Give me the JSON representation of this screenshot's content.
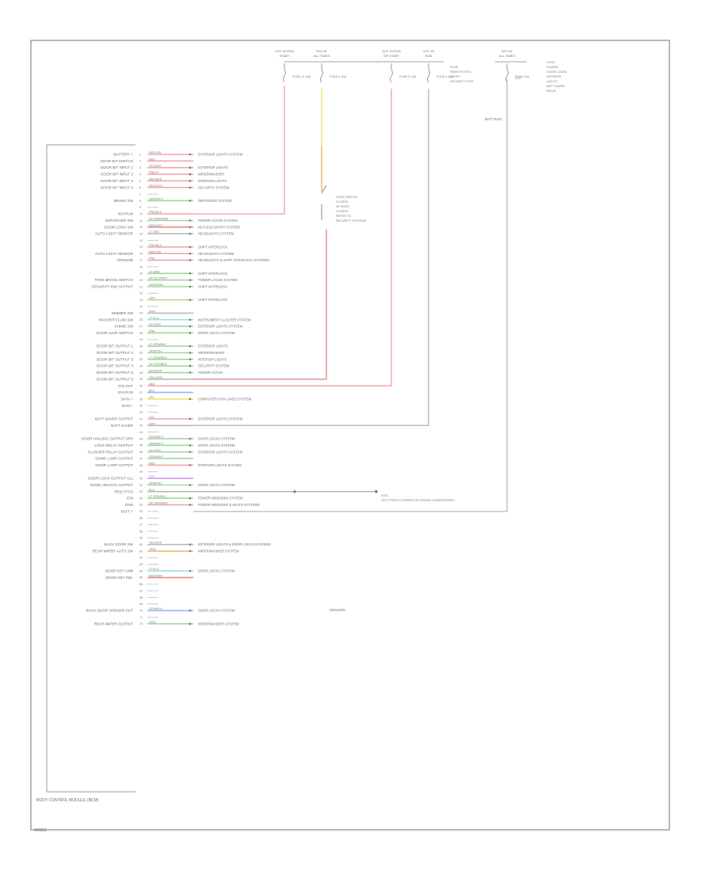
{
  "colors": {
    "frame": "#8a8a8a",
    "pink": "#f2a6a6",
    "red": "#e98a8a",
    "green": "#9fd99a",
    "yellow": "#f0e070",
    "orange": "#f2b15e",
    "blue": "#9fb6f0",
    "violet": "#d19af0",
    "gray": "#b8b8b8",
    "tan": "#d9c79b",
    "cyan": "#9fdcec"
  },
  "module_label": "BODY CONTROL MODULE (BCM)",
  "footer_code": "W0356",
  "top_sources": [
    {
      "title": "HOT IN RUN",
      "sub": "START",
      "fuse": "FUSE 12 10A"
    },
    {
      "title": "HOT AT",
      "sub": "ALL TIMES",
      "fuse": "FUSE 2 15A"
    },
    {
      "title": "HOT IN RUN",
      "sub": "OR START",
      "fuse": "FUSE 5 10A"
    },
    {
      "title": "HOT IN",
      "sub": "RUN",
      "fuse": "FUSE 6 10A"
    },
    {
      "title": "HOT AT",
      "sub": "ALL TIMES",
      "fuse": "FUSE 20A"
    }
  ],
  "top_notes": {
    "bcm_feed": "FUSE REMOTE KEYLESS ENTRY SECURITY SYSTEM",
    "right_block": "FUSE POWER DOOR LOCKS SECURITY SYSTEM INTERIOR LIGHTS BATT SAVER RELAY",
    "hood_switch": "HOOD SWITCH CLOSED W/ HOOD CLOSED",
    "batt_label": "BATT ELEC"
  },
  "pin_rows": [
    {
      "label": "BATTERY +",
      "wire": "RED/YEL",
      "dest": "EXTERIOR LIGHTS SYSTEM",
      "color": "pink"
    },
    {
      "label": "DOOR BIT SWITCH",
      "wire": "RED",
      "dest": "",
      "color": "pink"
    },
    {
      "label": "DOOR BIT INPUT 1",
      "wire": "YEL/BLK",
      "dest": "EXTERIOR LIGHTS",
      "color": "pink"
    },
    {
      "label": "DOOR BIT INPUT 2",
      "wire": "PNK/LT",
      "dest": "WIPER/WASHER",
      "color": "pink"
    },
    {
      "label": "DOOR BIT INPUT 3",
      "wire": "RED/BLK",
      "dest": "INTERIOR LIGHTS",
      "color": "pink"
    },
    {
      "label": "DOOR BIT INPUT 4",
      "wire": "RED/WHT",
      "dest": "SECURITY SYSTEM",
      "color": "pink"
    },
    {
      "label": "",
      "wire": "",
      "dest": "",
      "color": "none"
    },
    {
      "label": "BRAKE SW",
      "wire": "GRN/WHT",
      "dest": "DEFOGGER SYSTEM",
      "color": "green"
    },
    {
      "label": "",
      "wire": "",
      "dest": "",
      "color": "none"
    },
    {
      "label": "IGN RUN",
      "wire": "PNK/BLK",
      "dest": "",
      "color": "pink"
    },
    {
      "label": "DEFOGGER SW",
      "wire": "DK GRN/ORN",
      "dest": "POWER LOCKS SYSTEM",
      "color": "green"
    },
    {
      "label": "DOOR LOCK SW",
      "wire": "RED/WHT",
      "dest": "KEYLESS ENTRY SYSTEM",
      "color": "red"
    },
    {
      "label": "AUTO LIGHT SENSOR",
      "wire": "LT GRY",
      "dest": "HEADLIGHTS SYSTEM",
      "color": "gray"
    },
    {
      "label": "",
      "wire": "",
      "dest": "",
      "color": "none"
    },
    {
      "label": "",
      "wire": "PNK/BLU",
      "dest": "SHIFT INTERLOCK",
      "color": "pink"
    },
    {
      "label": "AUTO LIGHT SENSOR",
      "wire": "RED/YEL",
      "dest": "HEADLIGHTS SYSTEM",
      "color": "pink"
    },
    {
      "label": "GROUND",
      "wire": "PNK",
      "dest": "HEADLIGHTS & SHIFT INTERLOCK SYSTEMS",
      "color": "pink"
    },
    {
      "label": "",
      "wire": "",
      "dest": "",
      "color": "none"
    },
    {
      "label": "",
      "wire": "LT GRN",
      "dest": "SHIFT INTERLOCK",
      "color": "green"
    },
    {
      "label": "PARK BRAKE SWITCH",
      "wire": "DK BLU/WHT",
      "dest": "POWER LOCKS SYSTEM",
      "color": "green"
    },
    {
      "label": "SECURITY IND OUTPUT",
      "wire": "GRN/ORN",
      "dest": "SHIFT INTERLOCK",
      "color": "green"
    },
    {
      "label": "",
      "wire": "",
      "dest": "",
      "color": "none"
    },
    {
      "label": "",
      "wire": "GRY",
      "dest": "SHIFT INTERLOCK",
      "color": "tan"
    },
    {
      "label": "",
      "wire": "",
      "dest": "",
      "color": "none"
    },
    {
      "label": "DIMMER SW",
      "wire": "WHT",
      "dest": "",
      "color": "gray"
    },
    {
      "label": "WASHER FLUID SW",
      "wire": "LT BLU",
      "dest": "INSTRUMENT CLUSTER SYSTEM",
      "color": "cyan"
    },
    {
      "label": "CHIME SW",
      "wire": "DK GRN",
      "dest": "EXTERIOR LIGHTS SYSTEM",
      "color": "green"
    },
    {
      "label": "DOOR AJAR SWITCH",
      "wire": "PNK",
      "dest": "DOOR LOCKS SYSTEM",
      "color": "green"
    },
    {
      "label": "",
      "wire": "",
      "dest": "",
      "color": "none"
    },
    {
      "label": "DOOR BIT OUTPUT 1",
      "wire": "LT GRN/BLK",
      "dest": "EXTERIOR LIGHTS",
      "color": "green"
    },
    {
      "label": "DOOR BIT OUTPUT 2",
      "wire": "GRN/YEL",
      "dest": "WIPER/WASHER",
      "color": "green"
    },
    {
      "label": "DOOR BIT OUTPUT 3",
      "wire": "LT GRN/RED",
      "dest": "INTERIOR LIGHTS",
      "color": "green"
    },
    {
      "label": "DOOR BIT OUTPUT 4",
      "wire": "DK GRN/BLK",
      "dest": "SECURITY SYSTEM",
      "color": "green"
    },
    {
      "label": "DOOR BIT OUTPUT 5",
      "wire": "BLK/WHT",
      "dest": "POWER LOCKS",
      "color": "green"
    },
    {
      "label": "DOOR BIT OUTPUT 6",
      "wire": "YEL/ORN",
      "dest": "",
      "color": "gray"
    },
    {
      "label": "IGN OUT",
      "wire": "RED",
      "dest": "",
      "color": "pink"
    },
    {
      "label": "IGN RUN",
      "wire": "BLU",
      "dest": "",
      "color": "blue"
    },
    {
      "label": "DATA +",
      "wire": "YEL",
      "dest": "COMPUTER DATA LINES SYSTEM",
      "color": "yellow"
    },
    {
      "label": "DATA -",
      "wire": "",
      "dest": "",
      "color": "none"
    },
    {
      "label": "",
      "wire": "",
      "dest": "",
      "color": "none"
    },
    {
      "label": "BATT SAVER OUTPUT",
      "wire": "VIO",
      "dest": "EXTERIOR LIGHTS SYSTEM",
      "color": "pink"
    },
    {
      "label": "BATT SAVER",
      "wire": "GRY",
      "dest": "",
      "color": "gray"
    },
    {
      "label": "",
      "wire": "",
      "dest": "",
      "color": "none"
    },
    {
      "label": "DOOR UNLOCK OUTPUT DRV",
      "wire": "GRN/WHT",
      "dest": "DOOR LOCKS SYSTEM",
      "color": "green"
    },
    {
      "label": "LOCK RELAY OUTPUT",
      "wire": "GRN/WHT",
      "dest": "DOOR LOCKS SYSTEM",
      "color": "green"
    },
    {
      "label": "FLASHER RELAY OUTPUT",
      "wire": "DK GRN",
      "dest": "EXTERIOR LIGHTS SYSTEM",
      "color": "green"
    },
    {
      "label": "DOME LAMP OUTPUT",
      "wire": "GRN/WHT",
      "dest": "",
      "color": "green"
    },
    {
      "label": "DOOR LAMP OUTPUT",
      "wire": "RED",
      "dest": "INTERIOR LIGHTS SYSTEM",
      "color": "pink"
    },
    {
      "label": "",
      "wire": "",
      "dest": "",
      "color": "none"
    },
    {
      "label": "DOOR LOCK OUTPUT ALL",
      "wire": "VIO",
      "dest": "",
      "color": "violet"
    },
    {
      "label": "DOOR UNLOCK OUTPUT",
      "wire": "GRN/YEL",
      "dest": "DOOR LOCKS SYSTEM",
      "color": "green"
    },
    {
      "label": "REQ PTCS",
      "wire": "BLK",
      "dest": "",
      "color": "gray"
    },
    {
      "label": "IGN",
      "wire": "LT GRN/BLK",
      "dest": "POWER WINDOWS SYSTEM",
      "color": "green"
    },
    {
      "label": "GND",
      "wire": "DK GRN/RED",
      "dest": "POWER WINDOWS & SEATS SYSTEMS",
      "color": "pink"
    },
    {
      "label": "BATT +",
      "wire": "",
      "dest": "",
      "color": "none"
    },
    {
      "label": "",
      "wire": "",
      "dest": "",
      "color": "none"
    },
    {
      "label": "",
      "wire": "",
      "dest": "",
      "color": "none"
    },
    {
      "label": "",
      "wire": "",
      "dest": "",
      "color": "none"
    },
    {
      "label": "",
      "wire": "",
      "dest": "",
      "color": "none"
    },
    {
      "label": "BACK DOOR SW",
      "wire": "YEL/WHT",
      "dest": "EXTERIOR LIGHTS & DOOR LOCKS SYSTEMS",
      "color": "gray"
    },
    {
      "label": "REAR WIPER AUTO SW",
      "wire": "ORN",
      "dest": "WIPER/WASHER SYSTEM",
      "color": "orange"
    },
    {
      "label": "",
      "wire": "",
      "dest": "",
      "color": "none"
    },
    {
      "label": "",
      "wire": "",
      "dest": "",
      "color": "none"
    },
    {
      "label": "DOOR KEY UNB",
      "wire": "LT BLU",
      "dest": "DOOR LOCKS SYSTEM",
      "color": "cyan"
    },
    {
      "label": "DOOR KEY REL",
      "wire": "RED/WHT",
      "dest": "",
      "color": "red"
    },
    {
      "label": "",
      "wire": "",
      "dest": "",
      "color": "none"
    },
    {
      "label": "",
      "wire": "",
      "dest": "",
      "color": "none"
    },
    {
      "label": "",
      "wire": "",
      "dest": "",
      "color": "none"
    },
    {
      "label": "",
      "wire": "",
      "dest": "",
      "color": "none"
    },
    {
      "label": "BACK DOOR OPENER OUT",
      "wire": "GRN/BLU",
      "dest": "DOOR LOCKS SYSTEM",
      "color": "blue"
    },
    {
      "label": "",
      "wire": "",
      "dest": "",
      "color": "none"
    },
    {
      "label": "REAR WIPER OUTPUT",
      "wire": "GRN",
      "dest": "WIPER/WASHER SYSTEM",
      "color": "green"
    }
  ],
  "hood_block": {
    "wire": "GRN/ORN",
    "label": "G211 LEFT FRONT CORNER OF ENGINE COMPARTMENT"
  }
}
